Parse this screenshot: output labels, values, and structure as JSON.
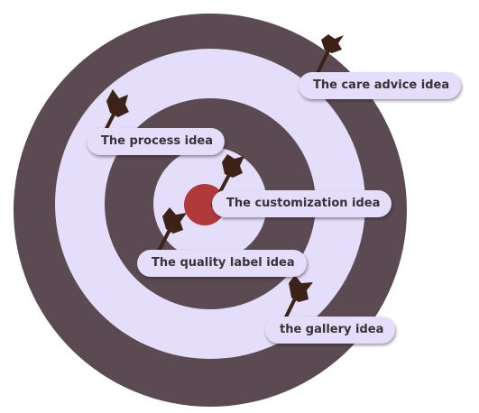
{
  "ideas": [
    {
      "key": "care",
      "label": "The care advice idea"
    },
    {
      "key": "process",
      "label": "The process idea"
    },
    {
      "key": "custom",
      "label": "The customization idea"
    },
    {
      "key": "quality",
      "label": "The quality label idea"
    },
    {
      "key": "gallery",
      "label": "the gallery idea"
    }
  ],
  "colors": {
    "ring_dark": "#5b4a52",
    "ring_light": "#e4defa",
    "bullseye": "#b03a3a",
    "dart": "#3d2218",
    "label_bg": "#e4defa",
    "label_text": "#3a3036"
  }
}
